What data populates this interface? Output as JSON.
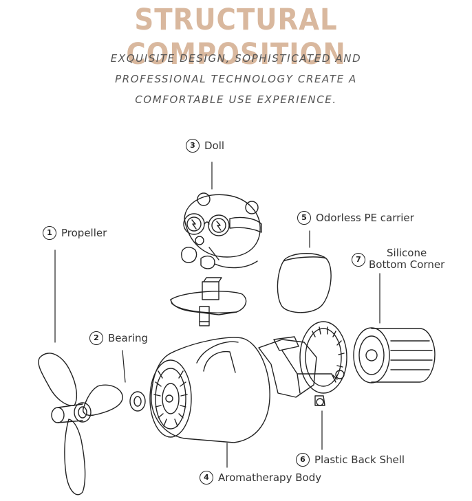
{
  "title": "STRUCTURAL COMPOSITION",
  "tagline": [
    "EXQUISITE DESIGN, SOPHISTICATED AND",
    "PROFESSIONAL TECHNOLOGY CREATE A",
    "COMFORTABLE USE EXPERIENCE."
  ],
  "colors": {
    "title": "#d9b89e",
    "text": "#555555",
    "line": "#222222"
  },
  "parts": [
    {
      "num": "1",
      "label": "Propeller"
    },
    {
      "num": "2",
      "label": "Bearing"
    },
    {
      "num": "3",
      "label": "Doll"
    },
    {
      "num": "4",
      "label": "Aromatherapy Body"
    },
    {
      "num": "5",
      "label": "Odorless PE carrier"
    },
    {
      "num": "6",
      "label": "Plastic Back Shell"
    },
    {
      "num": "7",
      "label_line1": "Silicone",
      "label_line2": "Bottom Corner"
    }
  ]
}
